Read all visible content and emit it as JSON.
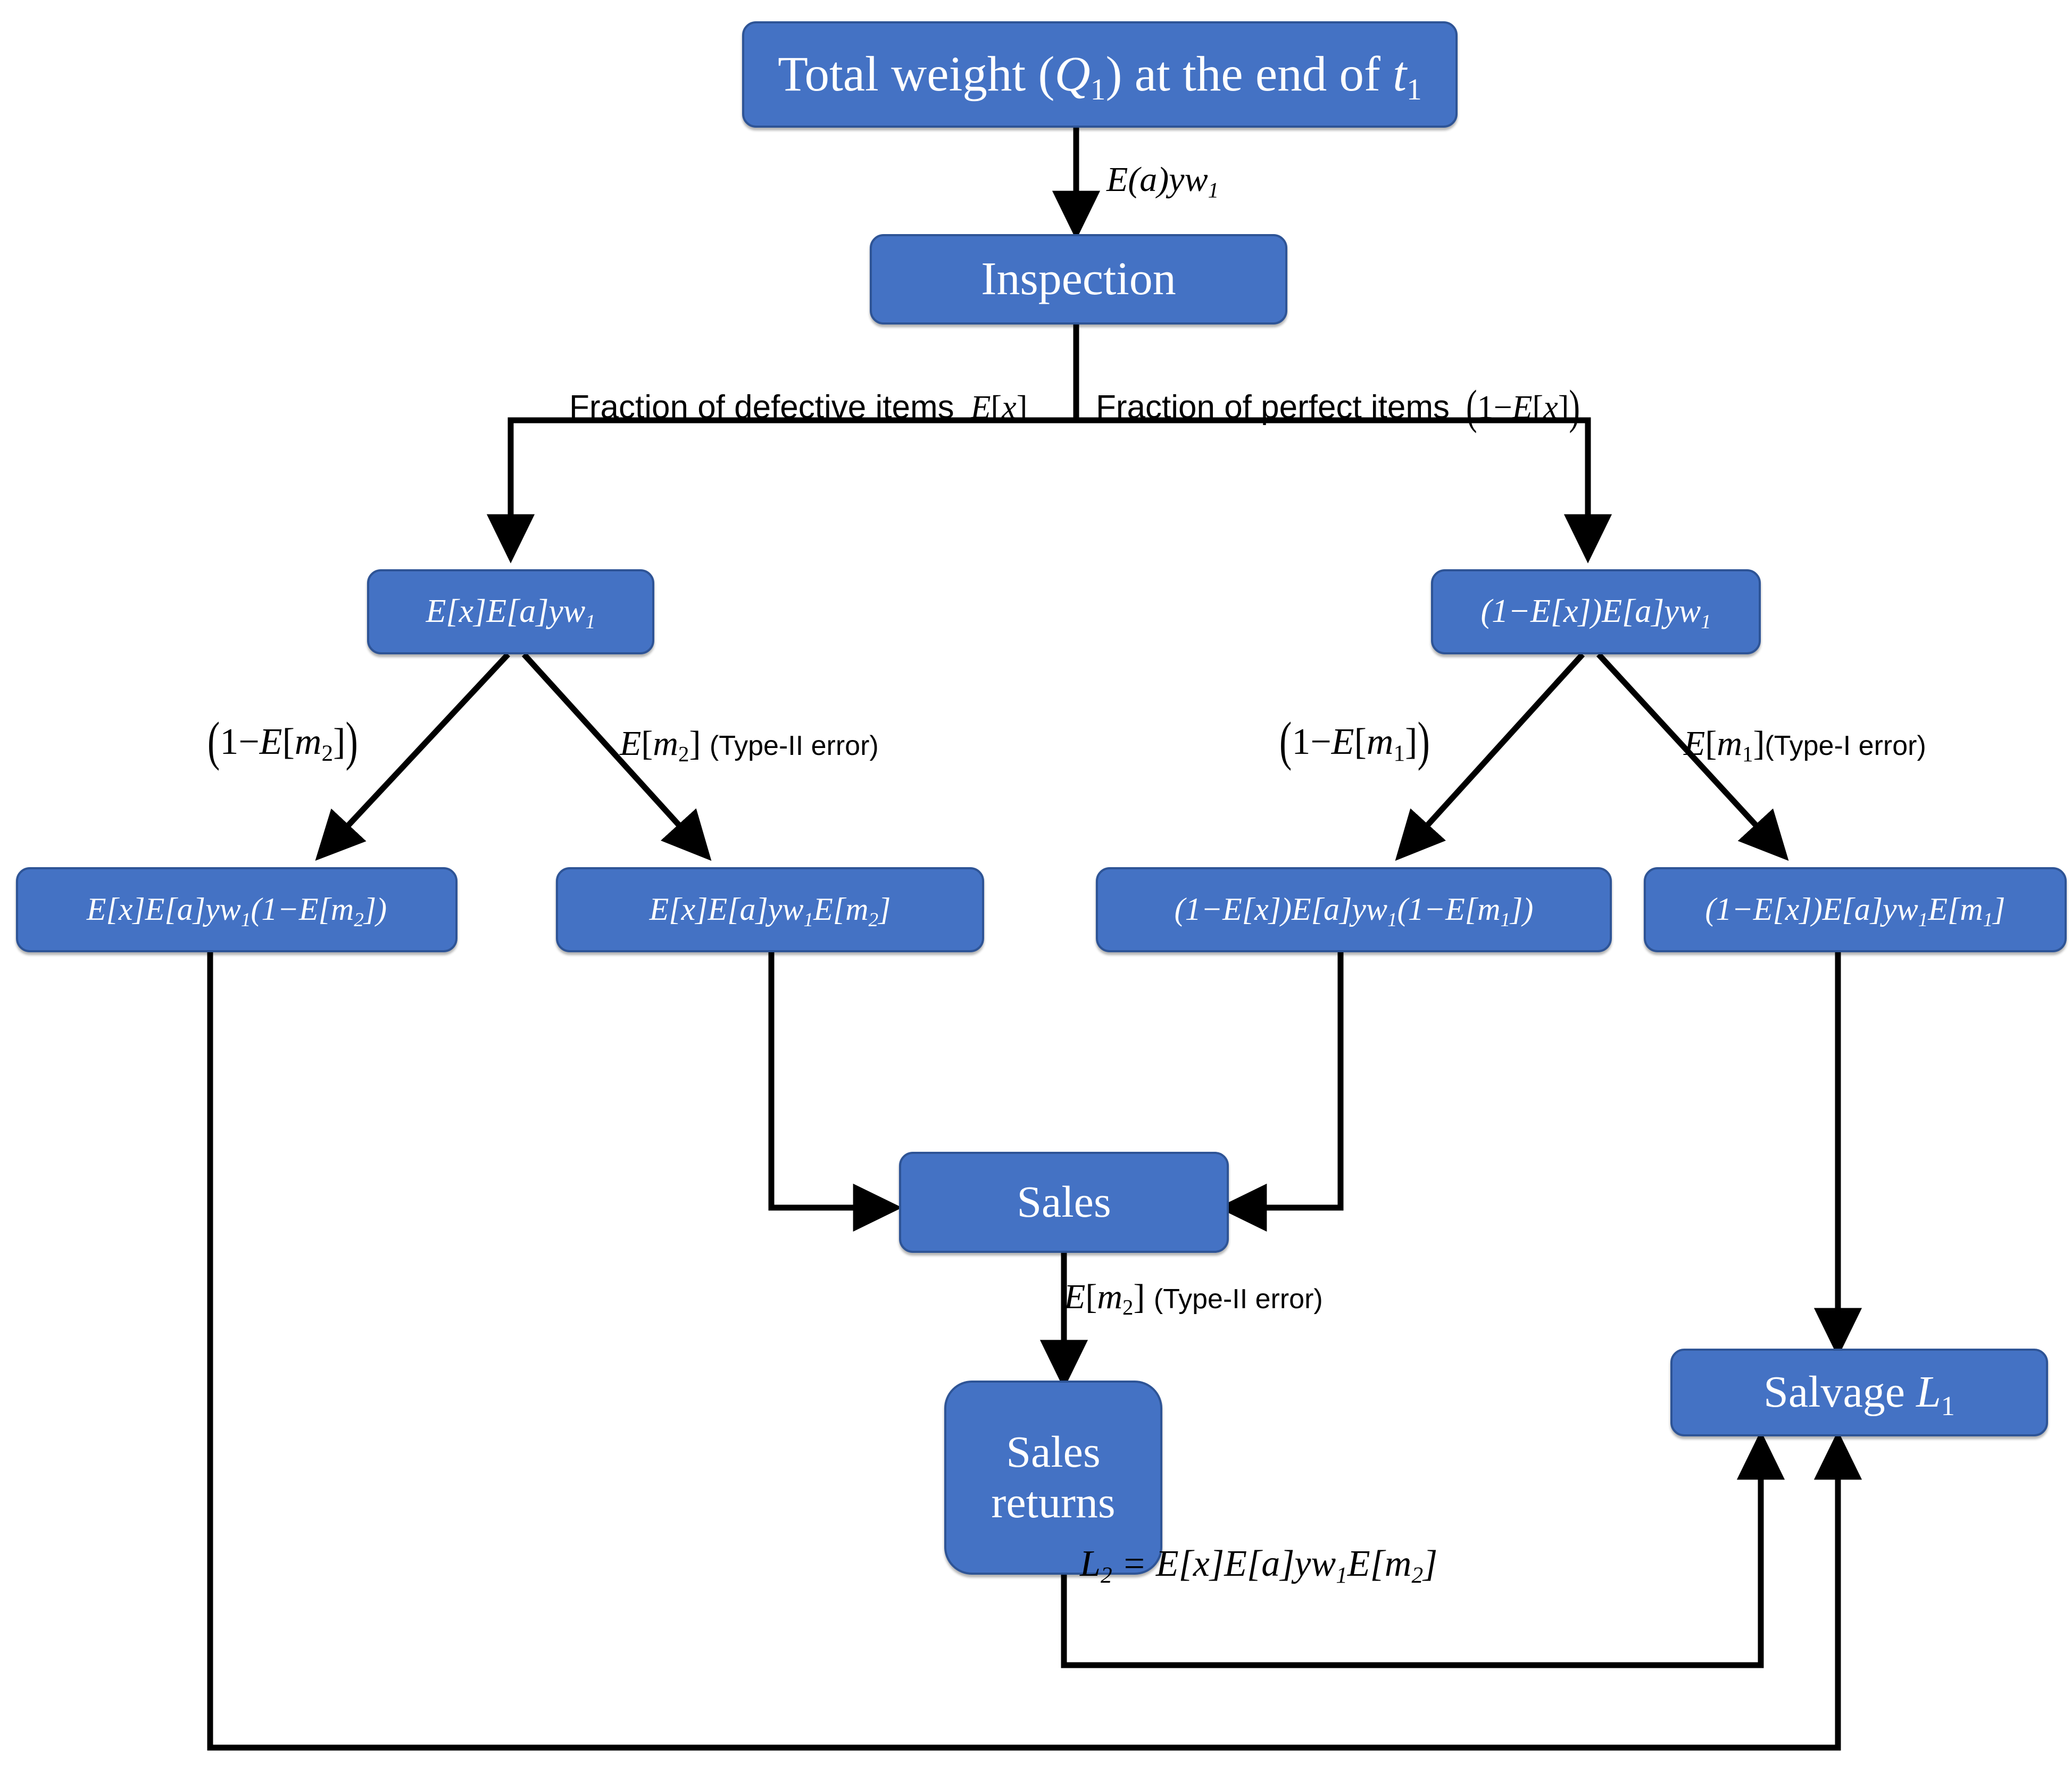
{
  "diagram": {
    "title": "Flowchart of item flow with inspection errors",
    "colors": {
      "node_fill": "#4472C4",
      "node_border": "#2E5496",
      "node_text": "#FFFFFF",
      "edge": "#000000",
      "background": "#FFFFFF"
    }
  },
  "nodes": {
    "total_weight": {
      "label": "Total weight (Q1) at the end of t1",
      "text_html": "Total weight (<i>Q</i><sub>1</sub>) at the end of <i>t</i><sub>1</sub>"
    },
    "inspection": {
      "label": "Inspection",
      "text_html": "Inspection"
    },
    "defective_branch": {
      "label": "E[x]E[a]yw1",
      "text_html": "<i>E</i>[<i>x</i>]<i>E</i>[<i>a</i>]<i>yw</i><sub>1</sub>"
    },
    "perfect_branch": {
      "label": "(1-E[x])E[a]yw1",
      "text_html": "(1&#8722;<i>E</i>[<i>x</i>])<i>E</i>[<i>a</i>]<i>yw</i><sub>1</sub>"
    },
    "defective_correct": {
      "label": "E[x]E[a]yw1(1-E[m2])",
      "text_html": "<i>E</i>[<i>x</i>]<i>E</i>[<i>a</i>]<i>yw</i><sub>1</sub>(1&#8722;<i>E</i>[<i>m</i><sub>2</sub>])"
    },
    "defective_typeII": {
      "label": "E[x]E[a]yw1E[m2]",
      "text_html": "<i>E</i>[<i>x</i>]<i>E</i>[<i>a</i>]<i>yw</i><sub>1</sub><i>E</i>[<i>m</i><sub>2</sub>]"
    },
    "perfect_correct": {
      "label": "(1-E[x])E[a]yw1(1-E[m1])",
      "text_html": "(1&#8722;<i>E</i>[<i>x</i>])<i>E</i>[<i>a</i>]<i>yw</i><sub>1</sub>(1&#8722;<i>E</i>[<i>m</i><sub>1</sub>])"
    },
    "perfect_typeI": {
      "label": "(1-E[x])E[a]yw1E[m1]",
      "text_html": "(1&#8722;<i>E</i>[<i>x</i>])<i>E</i>[<i>a</i>]<i>yw</i><sub>1</sub><i>E</i>[<i>m</i><sub>1</sub>]"
    },
    "sales": {
      "label": "Sales",
      "text_html": "Sales"
    },
    "sales_returns": {
      "label": "Sales returns",
      "text_html": "Sales<br>returns"
    },
    "salvage": {
      "label": "Salvage L1",
      "text_html": "Salvage <i>L</i><sub>1</sub>"
    }
  },
  "edge_labels": {
    "from_total_to_inspection": {
      "label": "E(a)yw1",
      "text_html": "<i>E</i>(<i>a</i>)<i>yw</i><sub>1</sub>"
    },
    "defective_fraction": {
      "label": "Fraction of defective items E[x]",
      "prefix": "Fraction of defective items",
      "math_html": "<i>E</i>[<i>x</i>]"
    },
    "perfect_fraction": {
      "label": "Fraction of perfect items (1-E[x])",
      "prefix": "Fraction of perfect items",
      "math_html": "(1&#8722;<i>E</i>[<i>x</i>])"
    },
    "one_minus_Em2": {
      "label": "(1-E[m2])",
      "text_html": "(1&#8722;<i>E</i>[<i>m</i><sub>2</sub>])"
    },
    "Em2_typeII": {
      "label": "E[m2] (Type-II error)",
      "math_html": "<i>E</i>[<i>m</i><sub>2</sub>]",
      "note": "(Type-II error)"
    },
    "one_minus_Em1": {
      "label": "(1-E[m1])",
      "text_html": "(1&#8722;<i>E</i>[<i>m</i><sub>1</sub>])"
    },
    "Em1_typeI": {
      "label": "E[m1](Type-I error)",
      "math_html": "<i>E</i>[<i>m</i><sub>1</sub>]",
      "note": "(Type-I error)"
    },
    "sales_to_returns": {
      "label": "E[m2] (Type-II error)",
      "math_html": "<i>E</i>[<i>m</i><sub>2</sub>]",
      "note": "(Type-II error)"
    },
    "returns_to_salvage": {
      "label": "L2 = E[x]E[a]yw1E[m2]",
      "text_html": "<i>L</i><sub>2</sub> = <i>E</i>[<i>x</i>]<i>E</i>[<i>a</i>]<i>yw</i><sub>1</sub><i>E</i>[<i>m</i><sub>2</sub>]"
    }
  }
}
